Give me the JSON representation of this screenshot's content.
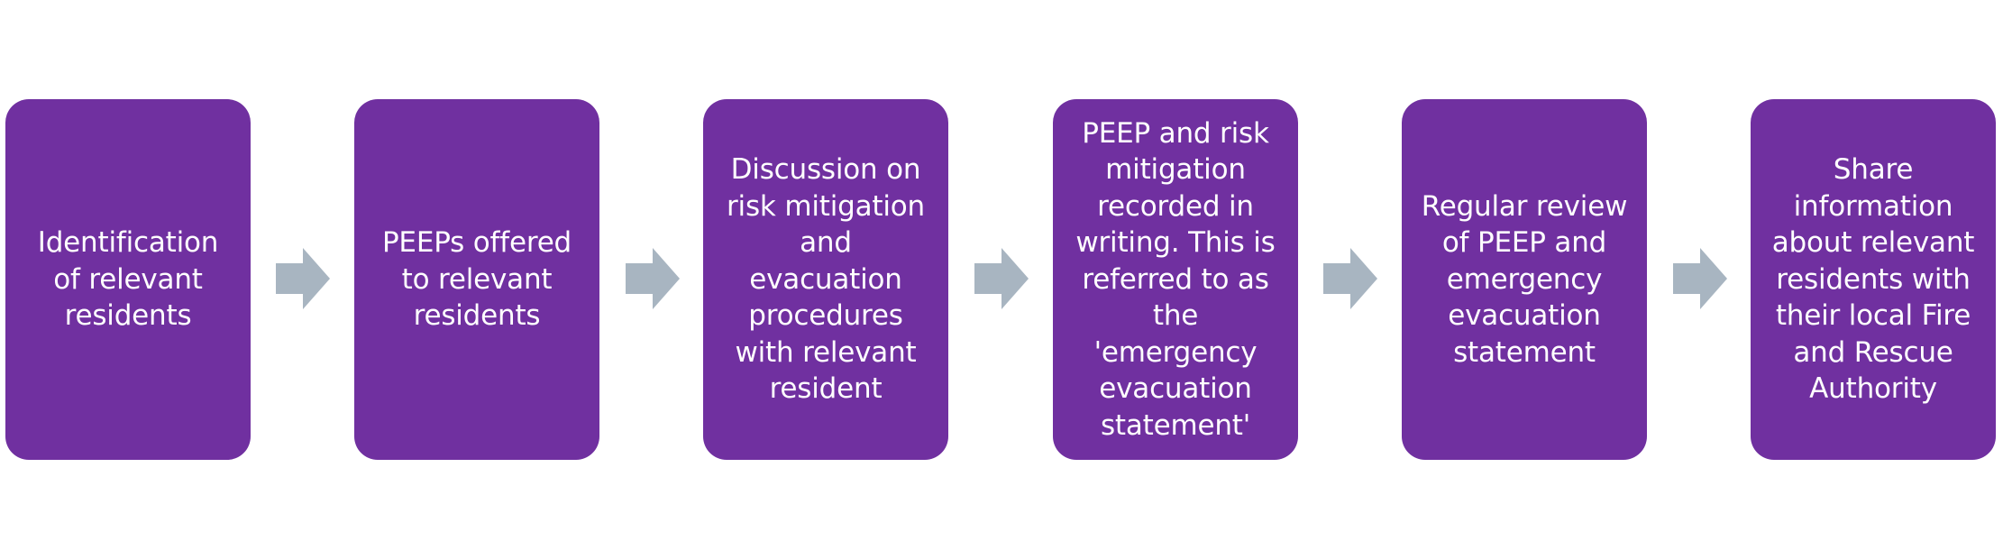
{
  "steps": [
    {
      "text": "Identification\nof relevant\nresidents"
    },
    {
      "text": "PEEPs offered\nto relevant\nresidents"
    },
    {
      "text": "Discussion on\nrisk mitigation\nand\nevacuation\nprocedures\nwith relevant\nresident"
    },
    {
      "text": "PEEP and risk\nmitigation\nrecorded in\nwriting. This is\nreferred to as\nthe\n'emergency\nevacuation\nstatement'"
    },
    {
      "text": "Regular review\nof PEEP and\nemergency\nevacuation\nstatement"
    },
    {
      "text": "Share\ninformation\nabout relevant\nresidents with\ntheir local Fire\nand Rescue\nAuthority"
    }
  ],
  "colors": {
    "box": "#7030a0",
    "arrow": "#a8b5c1",
    "text": "#ffffff"
  },
  "icons": {
    "connector": "arrow-right-icon"
  }
}
